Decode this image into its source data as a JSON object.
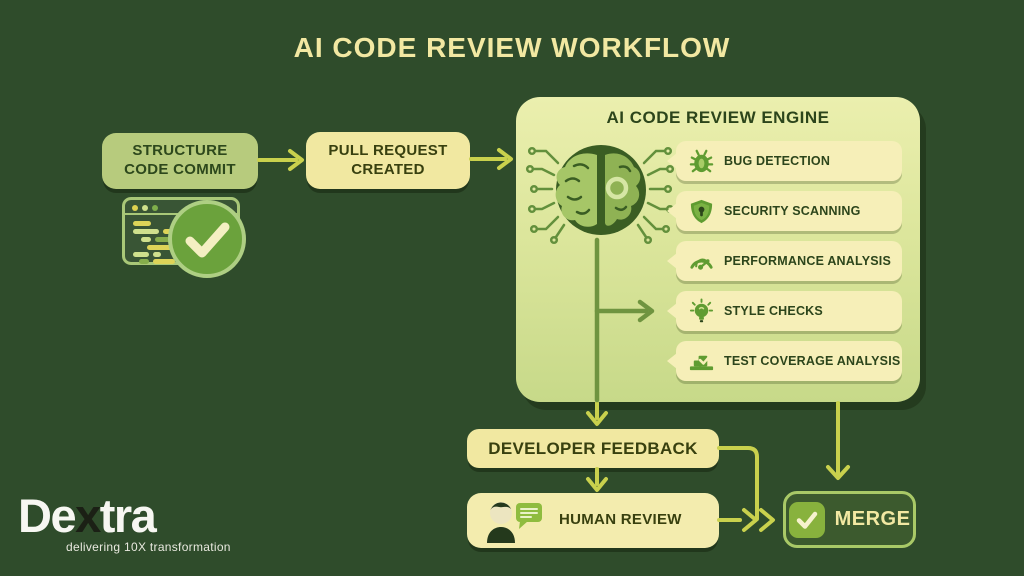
{
  "title": "AI CODE REVIEW WORKFLOW",
  "nodes": {
    "structure_commit": "STRUCTURE CODE COMMIT",
    "pull_request": "PULL REQUEST CREATED",
    "developer_feedback": "DEVELOPER FEEDBACK",
    "human_review": "HUMAN REVIEW",
    "merge": "MERGE"
  },
  "engine": {
    "title": "AI CODE REVIEW ENGINE",
    "items": [
      {
        "label": "BUG DETECTION",
        "icon": "bug-icon"
      },
      {
        "label": "SECURITY SCANNING",
        "icon": "shield-icon"
      },
      {
        "label": "PERFORMANCE ANALYSIS",
        "icon": "gauge-icon"
      },
      {
        "label": "STYLE CHECKS",
        "icon": "bulb-icon"
      },
      {
        "label": "TEST COVERAGE ANALYSIS",
        "icon": "stairs-check-icon"
      }
    ]
  },
  "icons": {
    "commit": "code-editor-window-with-check-icon",
    "engine": "ai-brain-circuit-icon",
    "human": "person-with-speech-bubble-icon",
    "merge": "green-checkbox-icon"
  },
  "brand": {
    "name_prefix": "De",
    "name_accent": "x",
    "name_suffix": "tra",
    "tagline": "delivering 10X transformation"
  },
  "colors": {
    "background": "#2f4c2b",
    "title_text": "#f2e8a2",
    "green_node": "#b7cb7d",
    "yellow_node": "#f1e8a1",
    "panel_top": "#ebefae",
    "panel_bottom": "#c7d989",
    "item_box": "#f6efb8",
    "dark_text": "#2c451b",
    "icon_green": "#5f9c31",
    "arrow_yellow": "#c9d14d",
    "arrow_olive": "#6f9440",
    "merge_fill": "#3c5a2e",
    "merge_border": "#a9c967"
  }
}
